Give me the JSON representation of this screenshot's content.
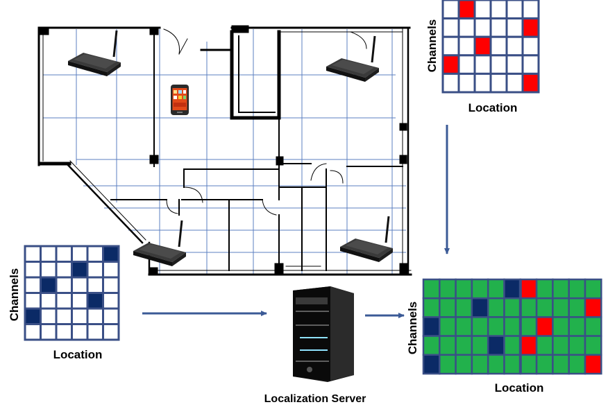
{
  "colors": {
    "cell_empty": "#ffffff",
    "cell_blue": "#0b2a66",
    "cell_red": "#ff0000",
    "cell_green": "#22b14c",
    "grid_line": "#3a4f86",
    "arrow": "#3b5a96",
    "wall": "#000000",
    "floor_grid": "#5b7fc0"
  },
  "matrices": {
    "bottom_left": {
      "title_x": "Location",
      "title_y": "Channels",
      "rows": 6,
      "cols": 6,
      "marks": [
        [
          0,
          5,
          "blue"
        ],
        [
          1,
          3,
          "blue"
        ],
        [
          2,
          1,
          "blue"
        ],
        [
          3,
          4,
          "blue"
        ],
        [
          4,
          0,
          "blue"
        ]
      ],
      "empty": "white"
    },
    "top_right": {
      "title_x": "Location",
      "title_y": "Channels",
      "rows": 5,
      "cols": 6,
      "marks": [
        [
          0,
          1,
          "red"
        ],
        [
          1,
          5,
          "red"
        ],
        [
          2,
          2,
          "red"
        ],
        [
          3,
          0,
          "red"
        ],
        [
          4,
          5,
          "red"
        ]
      ],
      "empty": "white"
    },
    "combined": {
      "title_x": "Location",
      "title_y": "Channels",
      "rows": 5,
      "cols": 11,
      "marks": [
        [
          0,
          5,
          "blue"
        ],
        [
          0,
          6,
          "red"
        ],
        [
          1,
          3,
          "blue"
        ],
        [
          1,
          10,
          "red"
        ],
        [
          2,
          0,
          "blue"
        ],
        [
          2,
          7,
          "red"
        ],
        [
          3,
          4,
          "blue"
        ],
        [
          3,
          6,
          "red"
        ],
        [
          4,
          0,
          "blue"
        ],
        [
          4,
          10,
          "red"
        ]
      ],
      "empty": "green"
    }
  },
  "server": {
    "label": "Localization Server"
  },
  "icons": {
    "router": "wifi-router-icon",
    "phone": "smartphone-icon",
    "server": "server-tower-icon"
  }
}
